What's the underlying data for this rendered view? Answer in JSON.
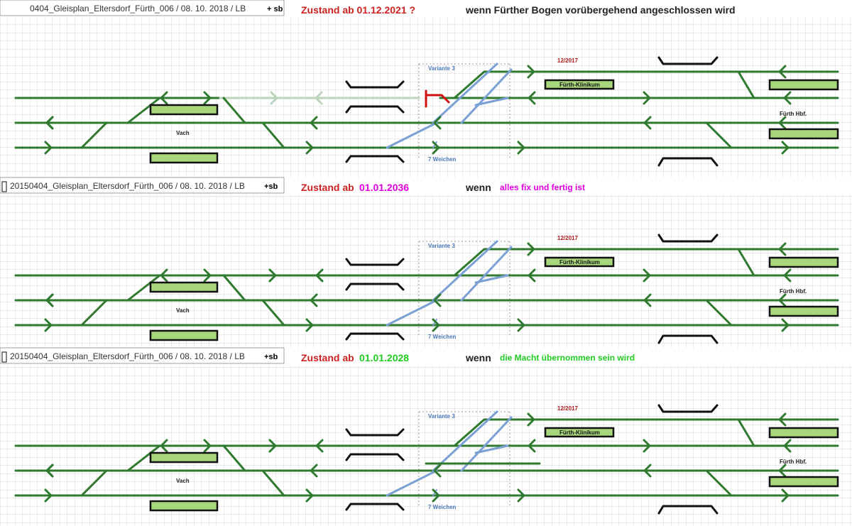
{
  "colors": {
    "track": "#2f7a2f",
    "variant": "#7ba0d4",
    "ghost": "#bcd3bc",
    "platform_fill": "#a8d67a",
    "grid": "#c8c8c8",
    "red_marker": "#d01010"
  },
  "panels": [
    {
      "id": "panel-1",
      "file_label": "0404_Gleisplan_Eltersdorf_Fürth_006 / 08. 10. 2018  / LB",
      "sb_label": "+ sb",
      "zustand_label": "Zustand ab 01.12.2021 ?",
      "date_label": "",
      "date_color": "#cc2222",
      "wenn_label": "wenn Fürther Bogen vorübergehend angeschlossen wird",
      "desc_label": "",
      "desc_color": "#000000",
      "variante_label": "Variante 3",
      "date_tag": "12/2017",
      "klinikum_label": "Fürth-Klinikum",
      "hbf_label": "Fürth Hbf.",
      "vach_label": "Vach",
      "weichen_label": "7 Weichen"
    },
    {
      "id": "panel-2",
      "file_label": "20150404_Gleisplan_Eltersdorf_Fürth_006 / 08. 10. 2018  / LB",
      "sb_label": "+sb",
      "zustand_label": "Zustand ab",
      "date_label": "01.01.2036",
      "date_color": "#e000e0",
      "wenn_label": "wenn",
      "desc_label": "alles fix und fertig ist",
      "desc_color": "#e000e0",
      "variante_label": "Variante 3",
      "date_tag": "12/2017",
      "klinikum_label": "Fürth-Klinikum",
      "hbf_label": "Fürth Hbf.",
      "vach_label": "Vach",
      "weichen_label": "7 Weichen"
    },
    {
      "id": "panel-3",
      "file_label": "20150404_Gleisplan_Eltersdorf_Fürth_006 / 08. 10. 2018  / LB",
      "sb_label": "+sb",
      "zustand_label": "Zustand ab",
      "date_label": "01.01.2028",
      "date_color": "#22cc22",
      "wenn_label": "wenn",
      "desc_label": "die Macht übernommen sein wird",
      "desc_color": "#22cc22",
      "variante_label": "Variante 3",
      "date_tag": "12/2017",
      "klinikum_label": "Fürth-Klinikum",
      "hbf_label": "Fürth Hbf.",
      "vach_label": "Vach",
      "weichen_label": "7 Weichen"
    }
  ]
}
